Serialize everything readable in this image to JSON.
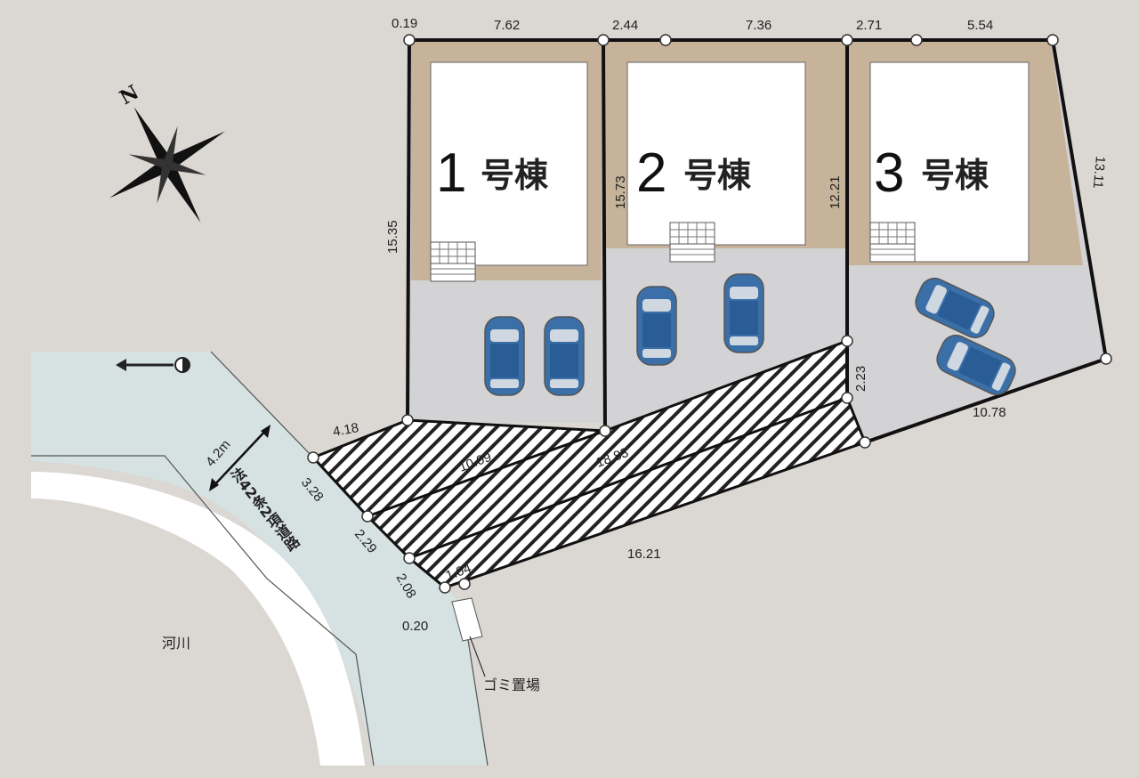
{
  "compass": {
    "label": "N"
  },
  "buildings": [
    {
      "number": "1",
      "suffix": "号棟"
    },
    {
      "number": "2",
      "suffix": "号棟"
    },
    {
      "number": "3",
      "suffix": "号棟"
    }
  ],
  "dimensions": {
    "top": [
      "0.19",
      "7.62",
      "2.44",
      "7.36",
      "2.71",
      "5.54"
    ],
    "lot1_left": "15.35",
    "lot2_left": "15.73",
    "lot2_right": "12.21",
    "lot3_right": "13.11",
    "lot2_step": "2.23",
    "lot3_bottom": "10.78",
    "bottom": "16.21",
    "front_top": "4.18",
    "frontage": [
      "3.28",
      "2.29",
      "2.08",
      "0.20"
    ],
    "strip_short": "1.04",
    "strip1": "10.09",
    "strip2": "18.83"
  },
  "road": {
    "width": "4.2m",
    "name": "法42条2項道路"
  },
  "labels": {
    "river": "河川",
    "trash": "ゴミ置場"
  },
  "colors": {
    "background": "#dbd7d3",
    "road": "#d6e1e1",
    "yard": "#c7b39a",
    "paving": "#d3d3d5",
    "car": "#3b6fa8"
  }
}
